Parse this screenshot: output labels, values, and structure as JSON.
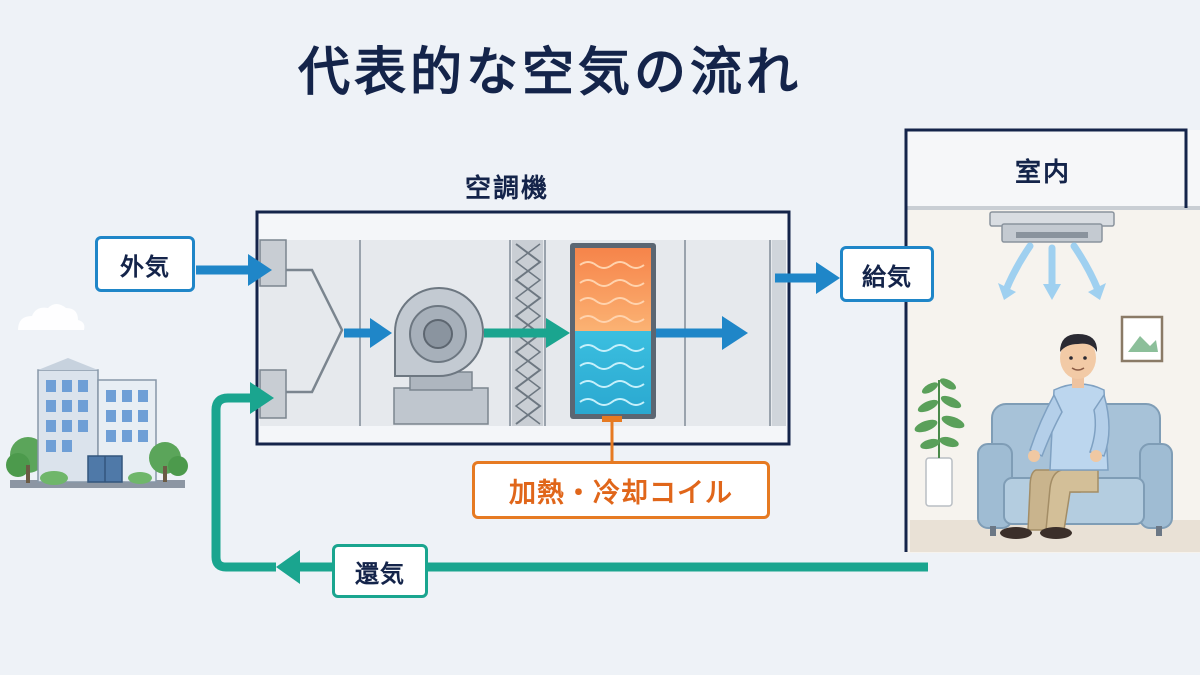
{
  "title": "代表的な空気の流れ",
  "unit_label": "空調機",
  "room_label": "室内",
  "outside_air_label": "外気",
  "supply_air_label": "給気",
  "return_air_label": "還気",
  "coil_label": "加熱・冷却コイル",
  "icons": [
    "building-icon",
    "fan-icon",
    "filter-icon",
    "coil-icon",
    "air-conditioner-icon",
    "person-icon",
    "sofa-icon",
    "plant-icon",
    "picture-frame-icon"
  ],
  "colors": {
    "outline": "#14244a",
    "supply_arrow": "#1f86c8",
    "return_arrow": "#1aa58f",
    "coil_label": "#e67a22",
    "heating": "#f58a4a",
    "cooling": "#35b6d6"
  }
}
